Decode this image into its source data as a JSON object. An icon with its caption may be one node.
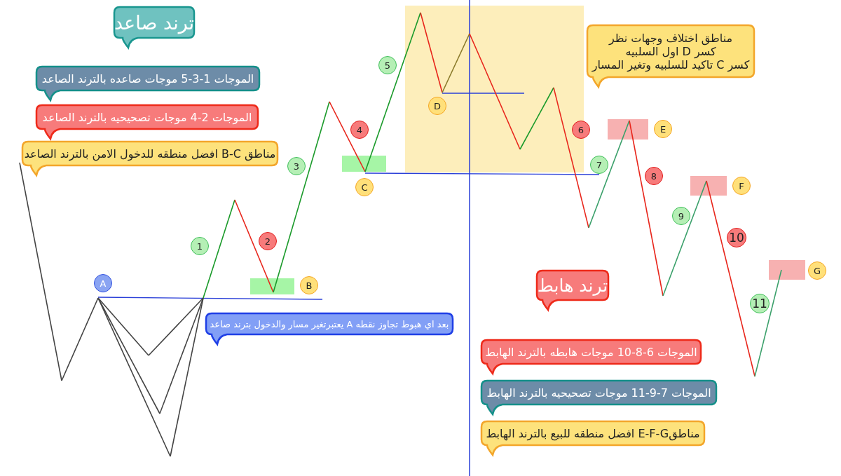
{
  "diagram": {
    "nodes": [
      {
        "text": [
          "ترند صاعد"
        ]
      },
      {
        "text": [
          "الموجات 1-3-5 موجات صاعده بالترند الصاعد"
        ]
      },
      {
        "text": [
          "الموجات 2-4 موجات تصحيحيه بالترند الصاعد"
        ]
      },
      {
        "text": [
          "مناطق B-C افضل منطقه للدخول الامن بالترند الصاعد"
        ]
      },
      {
        "text": [
          "مناطق اختلاف وجهات نظر",
          "كسر D اول السلبيه",
          "كسر C تاكيد للسلبيه وتغير المسار"
        ]
      },
      {
        "text": [
          "1"
        ]
      },
      {
        "text": [
          "2"
        ]
      },
      {
        "text": [
          "3"
        ]
      },
      {
        "text": [
          "4"
        ]
      },
      {
        "text": [
          "5"
        ]
      },
      {
        "text": [
          "6"
        ]
      },
      {
        "text": [
          "7"
        ]
      },
      {
        "text": [
          "8"
        ]
      },
      {
        "text": [
          "9"
        ]
      },
      {
        "text": [
          "10"
        ]
      },
      {
        "text": [
          "11"
        ]
      },
      {
        "text": [
          "A"
        ]
      },
      {
        "text": [
          "B"
        ]
      },
      {
        "text": [
          "C"
        ]
      },
      {
        "text": [
          "D"
        ]
      },
      {
        "text": [
          "E"
        ]
      },
      {
        "text": [
          "F"
        ]
      },
      {
        "text": [
          "G"
        ]
      },
      {
        "text": [
          "بعد اي هبوط تجاوز نقطه A يعتبرتغير مسار والدخول بترند صاعد"
        ]
      },
      {
        "text": [
          "ترند هابط"
        ]
      },
      {
        "text": [
          "الموجات 6-8-10 موجات هابطه بالترند الهابط"
        ]
      },
      {
        "text": [
          "الموجات 7-9-11 موجات تصحيحيه بالترند الهابط"
        ]
      },
      {
        "text": [
          "مناطقE-F-G افضل منطقه للبيع بالترند الهابط"
        ]
      }
    ]
  }
}
